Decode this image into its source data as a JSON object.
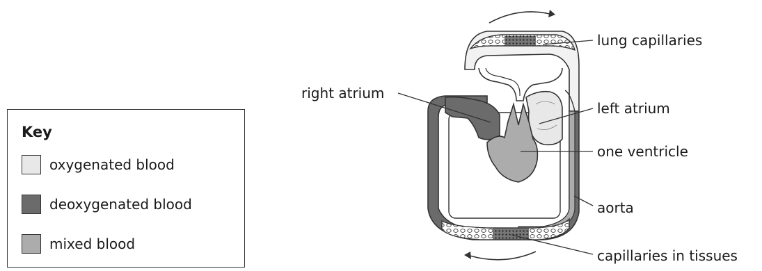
{
  "key": {
    "title": "Key",
    "items": [
      {
        "label": "oxygenated blood",
        "color": "#e8e8e8"
      },
      {
        "label": "deoxygenated blood",
        "color": "#6b6b6b"
      },
      {
        "label": "mixed blood",
        "color": "#acacac"
      }
    ]
  },
  "labels": {
    "lung_capillaries": "lung capillaries",
    "right_atrium": "right atrium",
    "left_atrium": "left atrium",
    "one_ventricle": "one ventricle",
    "aorta": "aorta",
    "capillaries_in_tissues": "capillaries in tissues"
  },
  "colors": {
    "oxygenated": "#e8e8e8",
    "deoxygenated": "#6b6b6b",
    "mixed": "#acacac",
    "outline": "#333333"
  }
}
